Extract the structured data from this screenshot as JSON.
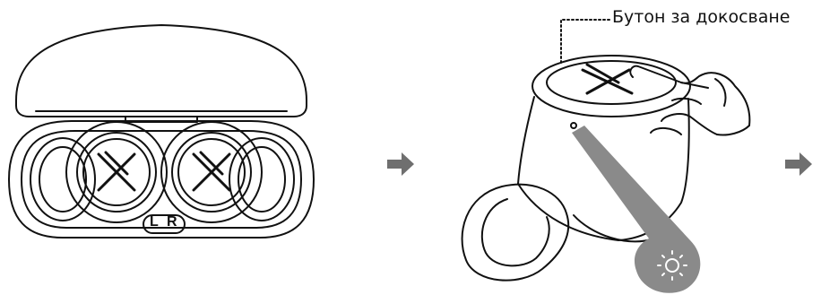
{
  "callout": {
    "label": "Бутон за докосване"
  },
  "case": {
    "left_mark": "L",
    "right_mark": "R"
  },
  "colors": {
    "line": "#111111",
    "arrow": "#6f6f6f",
    "pointer": "#8a8a8a",
    "background": "#ffffff"
  },
  "icons": [
    "earbud-case",
    "arrow-right-icon",
    "earbud",
    "hand-touch-icon",
    "led-indicator-icon",
    "arrow-right-icon"
  ]
}
